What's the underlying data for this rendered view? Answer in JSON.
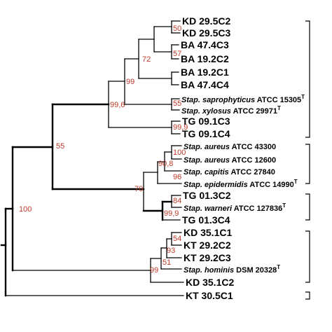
{
  "leaves": [
    {
      "id": "kd295c2",
      "label": "KD 29.5C2",
      "style": "strain"
    },
    {
      "id": "kd295c3",
      "label": "KD 29.5C3",
      "style": "strain"
    },
    {
      "id": "ba474c3",
      "label": "BA 47.4C3",
      "style": "strain"
    },
    {
      "id": "ba192c2",
      "label": "BA 19.2C2",
      "style": "strain"
    },
    {
      "id": "ba192c1",
      "label": "BA 19.2C1",
      "style": "strain"
    },
    {
      "id": "ba474c4",
      "label": "BA 47.4C4",
      "style": "strain"
    },
    {
      "id": "saprophyticus",
      "species": "Stap. saprophyticus",
      "label": " ATCC 15305",
      "sup": "T",
      "style": "species"
    },
    {
      "id": "xylosus",
      "species": "Stap. xylosus",
      "label": " ATCC 29971",
      "sup": "T",
      "style": "species"
    },
    {
      "id": "tg091c3",
      "label": "TG 09.1C3",
      "style": "strain"
    },
    {
      "id": "tg091c4",
      "label": "TG 09.1C4",
      "style": "strain"
    },
    {
      "id": "aureus43300",
      "species": "Stap. aureus",
      "label": " ATCC 43300",
      "style": "species"
    },
    {
      "id": "aureus12600",
      "species": "Stap. aureus",
      "label": " ATCC 12600",
      "style": "species"
    },
    {
      "id": "capitis",
      "species": "Stap. capitis",
      "label": " ATCC 27840",
      "style": "species"
    },
    {
      "id": "epidermidis",
      "species": "Stap. epidermidis",
      "label": " ATCC 14990",
      "sup": "T",
      "style": "species"
    },
    {
      "id": "tg013c2",
      "label": "TG 01.3C2",
      "style": "strain"
    },
    {
      "id": "warneri",
      "species": "Stap. warneri",
      "label": " ATCC 127836",
      "sup": "T",
      "style": "species"
    },
    {
      "id": "tg013c4",
      "label": "TG 01.3C4",
      "style": "strain"
    },
    {
      "id": "kd351c1",
      "label": "KD 35.1C1",
      "style": "strain"
    },
    {
      "id": "kt292c2",
      "label": "KT 29.2C2",
      "style": "strain"
    },
    {
      "id": "kt292c3",
      "label": "KT 29.2C3",
      "style": "strain"
    },
    {
      "id": "hominis",
      "species": "Stap. hominis",
      "label": " DSM 20328",
      "sup": "T",
      "style": "species"
    },
    {
      "id": "kd351c2",
      "label": "KD 35.1C2",
      "style": "strain"
    },
    {
      "id": "kt305c1",
      "label": "KT 30.5C1",
      "style": "strain"
    }
  ],
  "bootstraps": [
    {
      "id": "b50",
      "value": "50"
    },
    {
      "id": "b72",
      "value": "72"
    },
    {
      "id": "b57",
      "value": "57"
    },
    {
      "id": "b99a",
      "value": "99"
    },
    {
      "id": "b996",
      "value": "99,6"
    },
    {
      "id": "b55a",
      "value": "55"
    },
    {
      "id": "b999a",
      "value": "99,9"
    },
    {
      "id": "b55b",
      "value": "55"
    },
    {
      "id": "b100a",
      "value": "100"
    },
    {
      "id": "b908",
      "value": "90,8"
    },
    {
      "id": "b96",
      "value": "96"
    },
    {
      "id": "b70",
      "value": "70"
    },
    {
      "id": "b84",
      "value": "84"
    },
    {
      "id": "b999b",
      "value": "99,9"
    },
    {
      "id": "b100b",
      "value": "100"
    },
    {
      "id": "b54",
      "value": "54"
    },
    {
      "id": "b93",
      "value": "93"
    },
    {
      "id": "b51",
      "value": "51"
    },
    {
      "id": "b99b",
      "value": "99"
    }
  ]
}
